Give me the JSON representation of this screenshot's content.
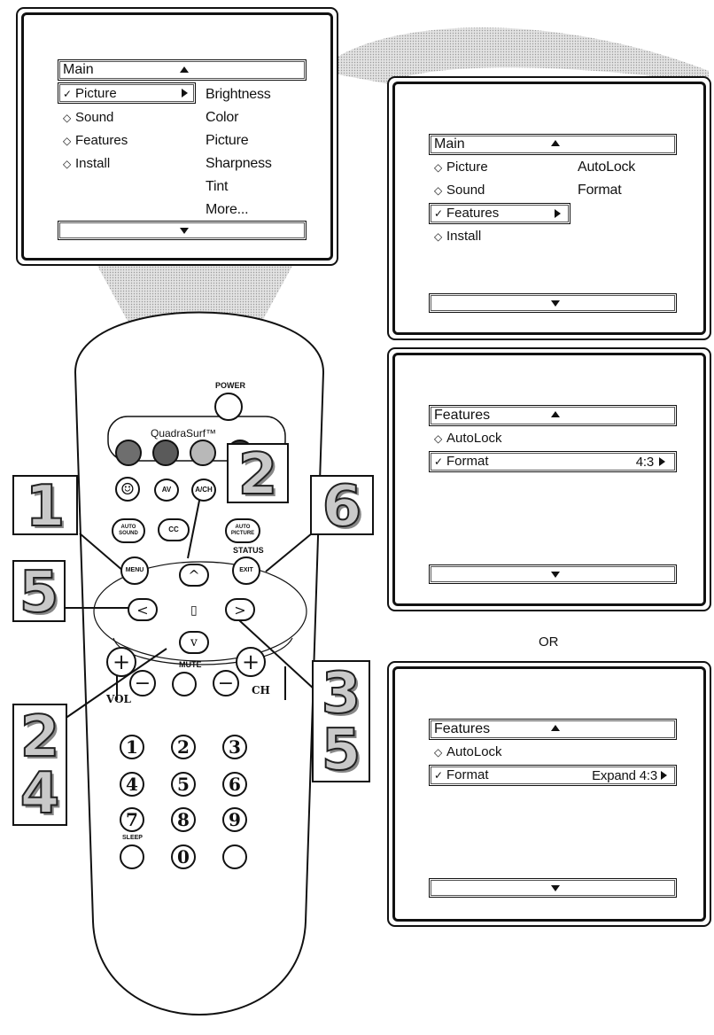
{
  "screen1": {
    "title": "Main",
    "items": [
      {
        "mark": "✓",
        "label": "Picture"
      },
      {
        "mark": "◇",
        "label": "Sound"
      },
      {
        "mark": "◇",
        "label": "Features"
      },
      {
        "mark": "◇",
        "label": "Install"
      }
    ],
    "submenu": [
      "Brightness",
      "Color",
      "Picture",
      "Sharpness",
      "Tint",
      "More..."
    ]
  },
  "screen2": {
    "title": "Main",
    "items": [
      {
        "mark": "◇",
        "label": "Picture"
      },
      {
        "mark": "◇",
        "label": "Sound"
      },
      {
        "mark": "✓",
        "label": "Features"
      },
      {
        "mark": "◇",
        "label": "Install"
      }
    ],
    "submenu": [
      "AutoLock",
      "Format"
    ]
  },
  "screen3": {
    "title": "Features",
    "items": [
      {
        "mark": "◇",
        "label": "AutoLock"
      },
      {
        "mark": "✓",
        "label": "Format",
        "value": "4:3"
      }
    ]
  },
  "or_label": "OR",
  "screen4": {
    "title": "Features",
    "items": [
      {
        "mark": "◇",
        "label": "AutoLock"
      },
      {
        "mark": "✓",
        "label": "Format",
        "value": "Expand 4:3"
      }
    ]
  },
  "remote": {
    "power": "POWER",
    "quadrasurf": "QuadraSurf™",
    "av": "AV",
    "ach": "A/CH",
    "auto_sound": "AUTO SOUND",
    "cc": "CC",
    "auto_picture": "AUTO PICTURE",
    "menu": "MENU",
    "status": "STATUS",
    "exit": "EXIT",
    "mute": "MUTE",
    "vol": "VOL",
    "ch": "CH",
    "sleep": "SLEEP",
    "digits": [
      "1",
      "2",
      "3",
      "4",
      "5",
      "6",
      "7",
      "8",
      "9",
      "0"
    ]
  },
  "steps": {
    "s1": "1",
    "s2a": "2",
    "s6": "6",
    "s5": "5",
    "s3": "3",
    "s5b": "5",
    "s2b": "2",
    "s4": "4"
  },
  "colors": {
    "outline": "#111111",
    "step_fill": "#c9c9c9",
    "beam": "#d6d6d6"
  }
}
